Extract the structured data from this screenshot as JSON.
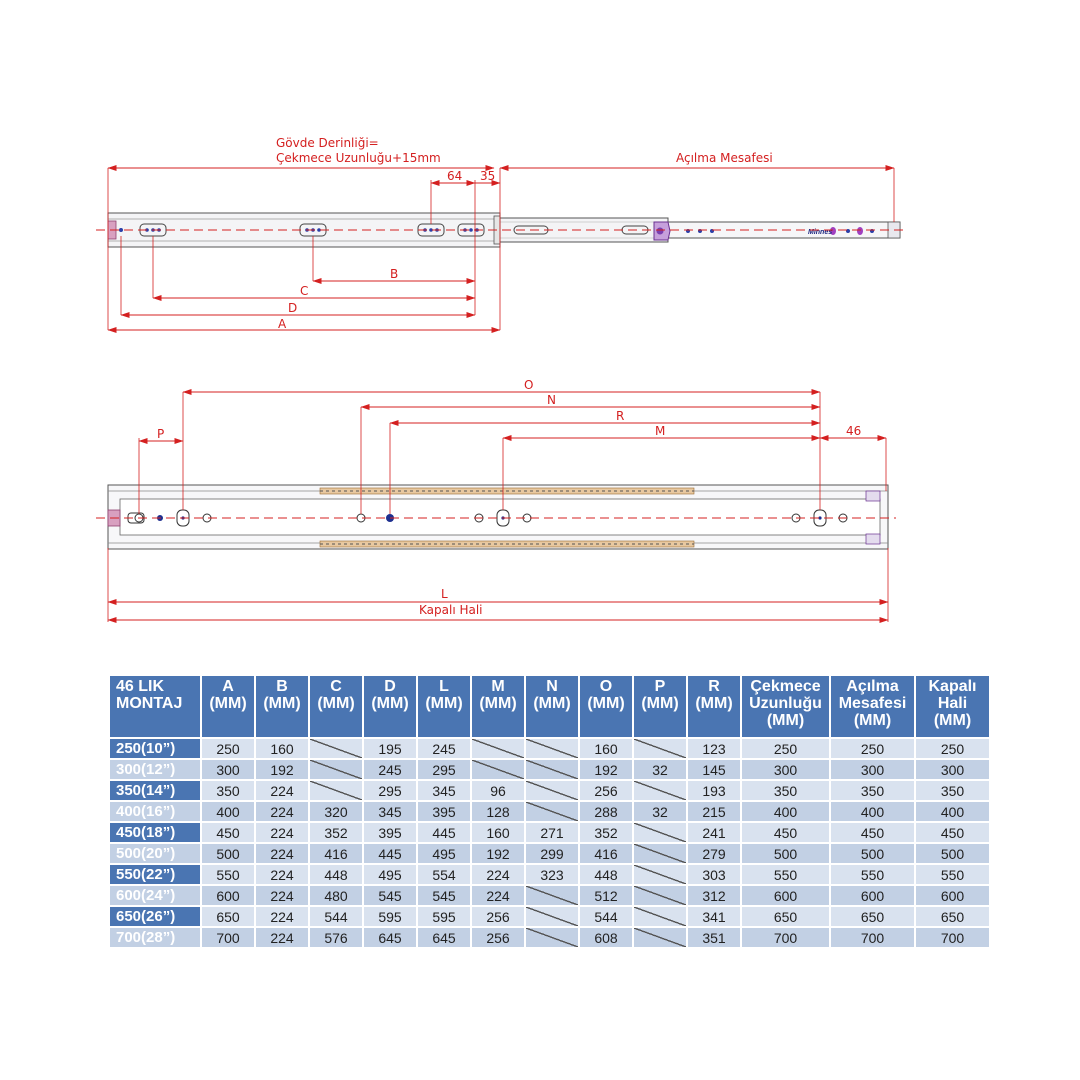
{
  "drawing": {
    "top": {
      "depth_label_line1": "Gövde Derinliği=",
      "depth_label_line2": "Çekmece Uzunluğu+15mm",
      "opening_label": "Açılma Mesafesi",
      "dim_64": "64",
      "dim_35": "35",
      "dim_B": "B",
      "dim_C": "C",
      "dim_D": "D",
      "dim_A": "A",
      "logo": "Minnes"
    },
    "bottom": {
      "dim_O": "O",
      "dim_N": "N",
      "dim_R": "R",
      "dim_M": "M",
      "dim_P": "P",
      "dim_46": "46",
      "dim_L": "L",
      "closed_label": "Kapalı Hali"
    },
    "colors": {
      "dimension": "#d42020",
      "rail": "#555555",
      "header": "#4a75b2",
      "row_light": "#d9e2ef",
      "row_dark": "#c2d0e4"
    }
  },
  "table": {
    "headers": [
      [
        "46 LIK",
        "MONTAJ"
      ],
      [
        "A",
        "(MM)"
      ],
      [
        "B",
        "(MM)"
      ],
      [
        "C",
        "(MM)"
      ],
      [
        "D",
        "(MM)"
      ],
      [
        "L",
        "(MM)"
      ],
      [
        "M",
        "(MM)"
      ],
      [
        "N",
        "(MM)"
      ],
      [
        "O",
        "(MM)"
      ],
      [
        "P",
        "(MM)"
      ],
      [
        "R",
        "(MM)"
      ],
      [
        "Çekmece",
        "Uzunluğu",
        "(MM)"
      ],
      [
        "Açılma",
        "Mesafesi",
        "(MM)"
      ],
      [
        "Kapalı",
        "Hali",
        "(MM)"
      ]
    ],
    "rows": [
      [
        "250(10”)",
        "250",
        "160",
        "",
        "195",
        "245",
        "",
        "",
        "160",
        "",
        "123",
        "250",
        "250",
        "250"
      ],
      [
        "300(12”)",
        "300",
        "192",
        "",
        "245",
        "295",
        "",
        "",
        "192",
        "32",
        "145",
        "300",
        "300",
        "300"
      ],
      [
        "350(14”)",
        "350",
        "224",
        "",
        "295",
        "345",
        "96",
        "",
        "256",
        "",
        "193",
        "350",
        "350",
        "350"
      ],
      [
        "400(16”)",
        "400",
        "224",
        "320",
        "345",
        "395",
        "128",
        "",
        "288",
        "32",
        "215",
        "400",
        "400",
        "400"
      ],
      [
        "450(18”)",
        "450",
        "224",
        "352",
        "395",
        "445",
        "160",
        "271",
        "352",
        "",
        "241",
        "450",
        "450",
        "450"
      ],
      [
        "500(20”)",
        "500",
        "224",
        "416",
        "445",
        "495",
        "192",
        "299",
        "416",
        "",
        "279",
        "500",
        "500",
        "500"
      ],
      [
        "550(22”)",
        "550",
        "224",
        "448",
        "495",
        "554",
        "224",
        "323",
        "448",
        "",
        "303",
        "550",
        "550",
        "550"
      ],
      [
        "600(24”)",
        "600",
        "224",
        "480",
        "545",
        "545",
        "224",
        "",
        "512",
        "",
        "312",
        "600",
        "600",
        "600"
      ],
      [
        "650(26”)",
        "650",
        "224",
        "544",
        "595",
        "595",
        "256",
        "",
        "544",
        "",
        "341",
        "650",
        "650",
        "650"
      ],
      [
        "700(28”)",
        "700",
        "224",
        "576",
        "645",
        "645",
        "256",
        "",
        "608",
        "",
        "351",
        "700",
        "700",
        "700"
      ]
    ]
  }
}
